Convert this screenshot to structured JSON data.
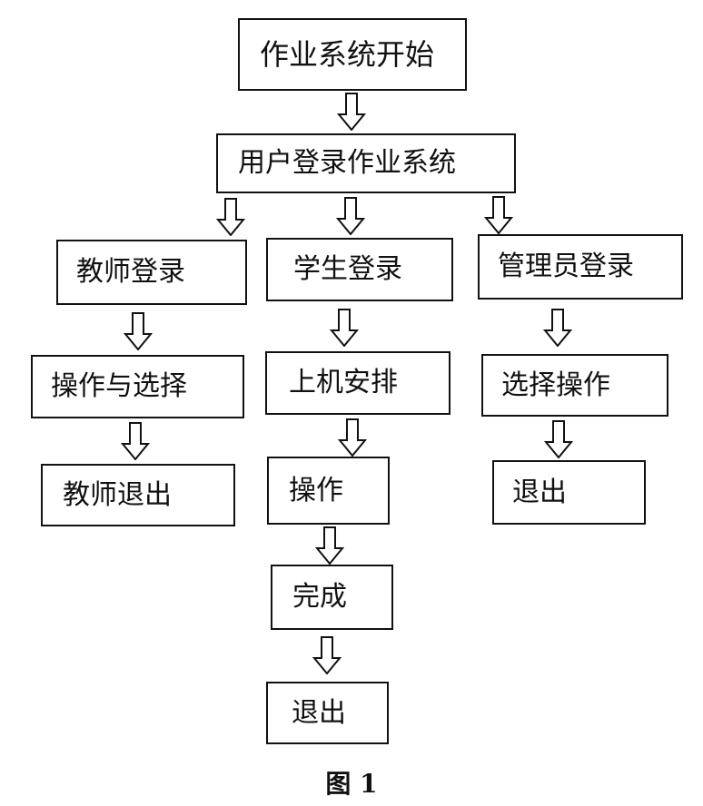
{
  "nodes": {
    "start": "作业系统开始",
    "login": "用户登录作业系统",
    "teacher_login": "教师登录",
    "student_login": "学生登录",
    "admin_login": "管理员登录",
    "teacher_ops": "操作与选择",
    "student_schedule": "上机安排",
    "admin_ops": "选择操作",
    "teacher_exit": "教师退出",
    "student_operate": "操作",
    "admin_exit": "退出",
    "student_done": "完成",
    "student_exit": "退出"
  },
  "caption": "图 1"
}
